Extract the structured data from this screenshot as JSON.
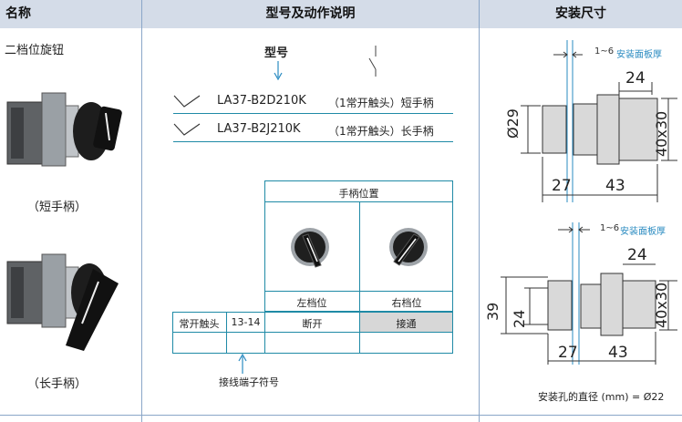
{
  "header": {
    "col_name": "名称",
    "col_model": "型号及动作说明",
    "col_size": "安装尺寸"
  },
  "product": {
    "name": "二档位旋钮",
    "short_caption": "（短手柄）",
    "long_caption": "（长手柄）"
  },
  "model": {
    "label": "型号",
    "rows": [
      {
        "code": "LA37-B2D210K",
        "desc": "（1常开触头）短手柄"
      },
      {
        "code": "LA37-B2J210K",
        "desc": "（1常开触头）长手柄"
      }
    ]
  },
  "position_table": {
    "title": "手柄位置",
    "left_label": "左档位",
    "right_label": "右档位",
    "row_label": "常开触头",
    "terminal": "13-14",
    "left_state": "断开",
    "right_state": "接通",
    "terminal_note": "接线端子符号"
  },
  "dims": {
    "panel": "1~6",
    "panel_label": "安装面板厚",
    "top": {
      "d1": "24",
      "d2": "Ø29",
      "d3": "40x30",
      "d4": "27",
      "d5": "43"
    },
    "bottom": {
      "d1": "24",
      "d2": "39",
      "d3": "24",
      "d4": "40x30",
      "d5": "27",
      "d6": "43"
    },
    "hole_note": "安装孔的直径 (mm) = Ø22"
  }
}
